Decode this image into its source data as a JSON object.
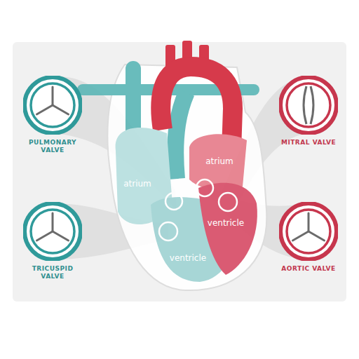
{
  "diagram": {
    "nodes": [
      {
        "text": [
          "PULMONARY VALVE"
        ]
      },
      {
        "text": [
          "MITRAL VALVE"
        ]
      },
      {
        "text": [
          "TRICUSPID VALVE"
        ]
      },
      {
        "text": [
          "AORTIC VALVE"
        ]
      }
    ],
    "labels": [
      "atrium",
      "atrium",
      "ventricle",
      "ventricle"
    ]
  }
}
